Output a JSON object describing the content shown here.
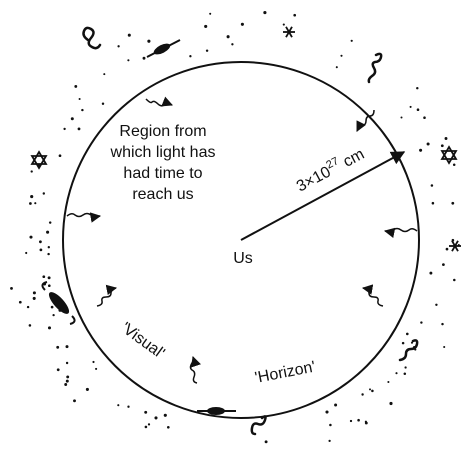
{
  "diagram": {
    "region_label_lines": [
      "Region from",
      "which light has",
      "had time to",
      "reach us"
    ],
    "radius_label": {
      "base": "3×10",
      "exponent": "27",
      "unit": " cm"
    },
    "center_label": "Us",
    "horizon_labels": {
      "left": "'Visual'",
      "right": "'Horizon'"
    },
    "colors": {
      "ink": "#111111",
      "background": "#ffffff"
    },
    "objects": [
      {
        "name": "galaxy-squiggle-icon",
        "kind": "squiggle"
      },
      {
        "name": "edge-on-galaxy-icon",
        "kind": "edge-on-galaxy"
      },
      {
        "name": "asterisk-star-icon",
        "kind": "asterisk"
      },
      {
        "name": "star-of-david-icon",
        "kind": "six-point-star"
      },
      {
        "name": "spiral-galaxy-icon",
        "kind": "spiral"
      }
    ]
  }
}
